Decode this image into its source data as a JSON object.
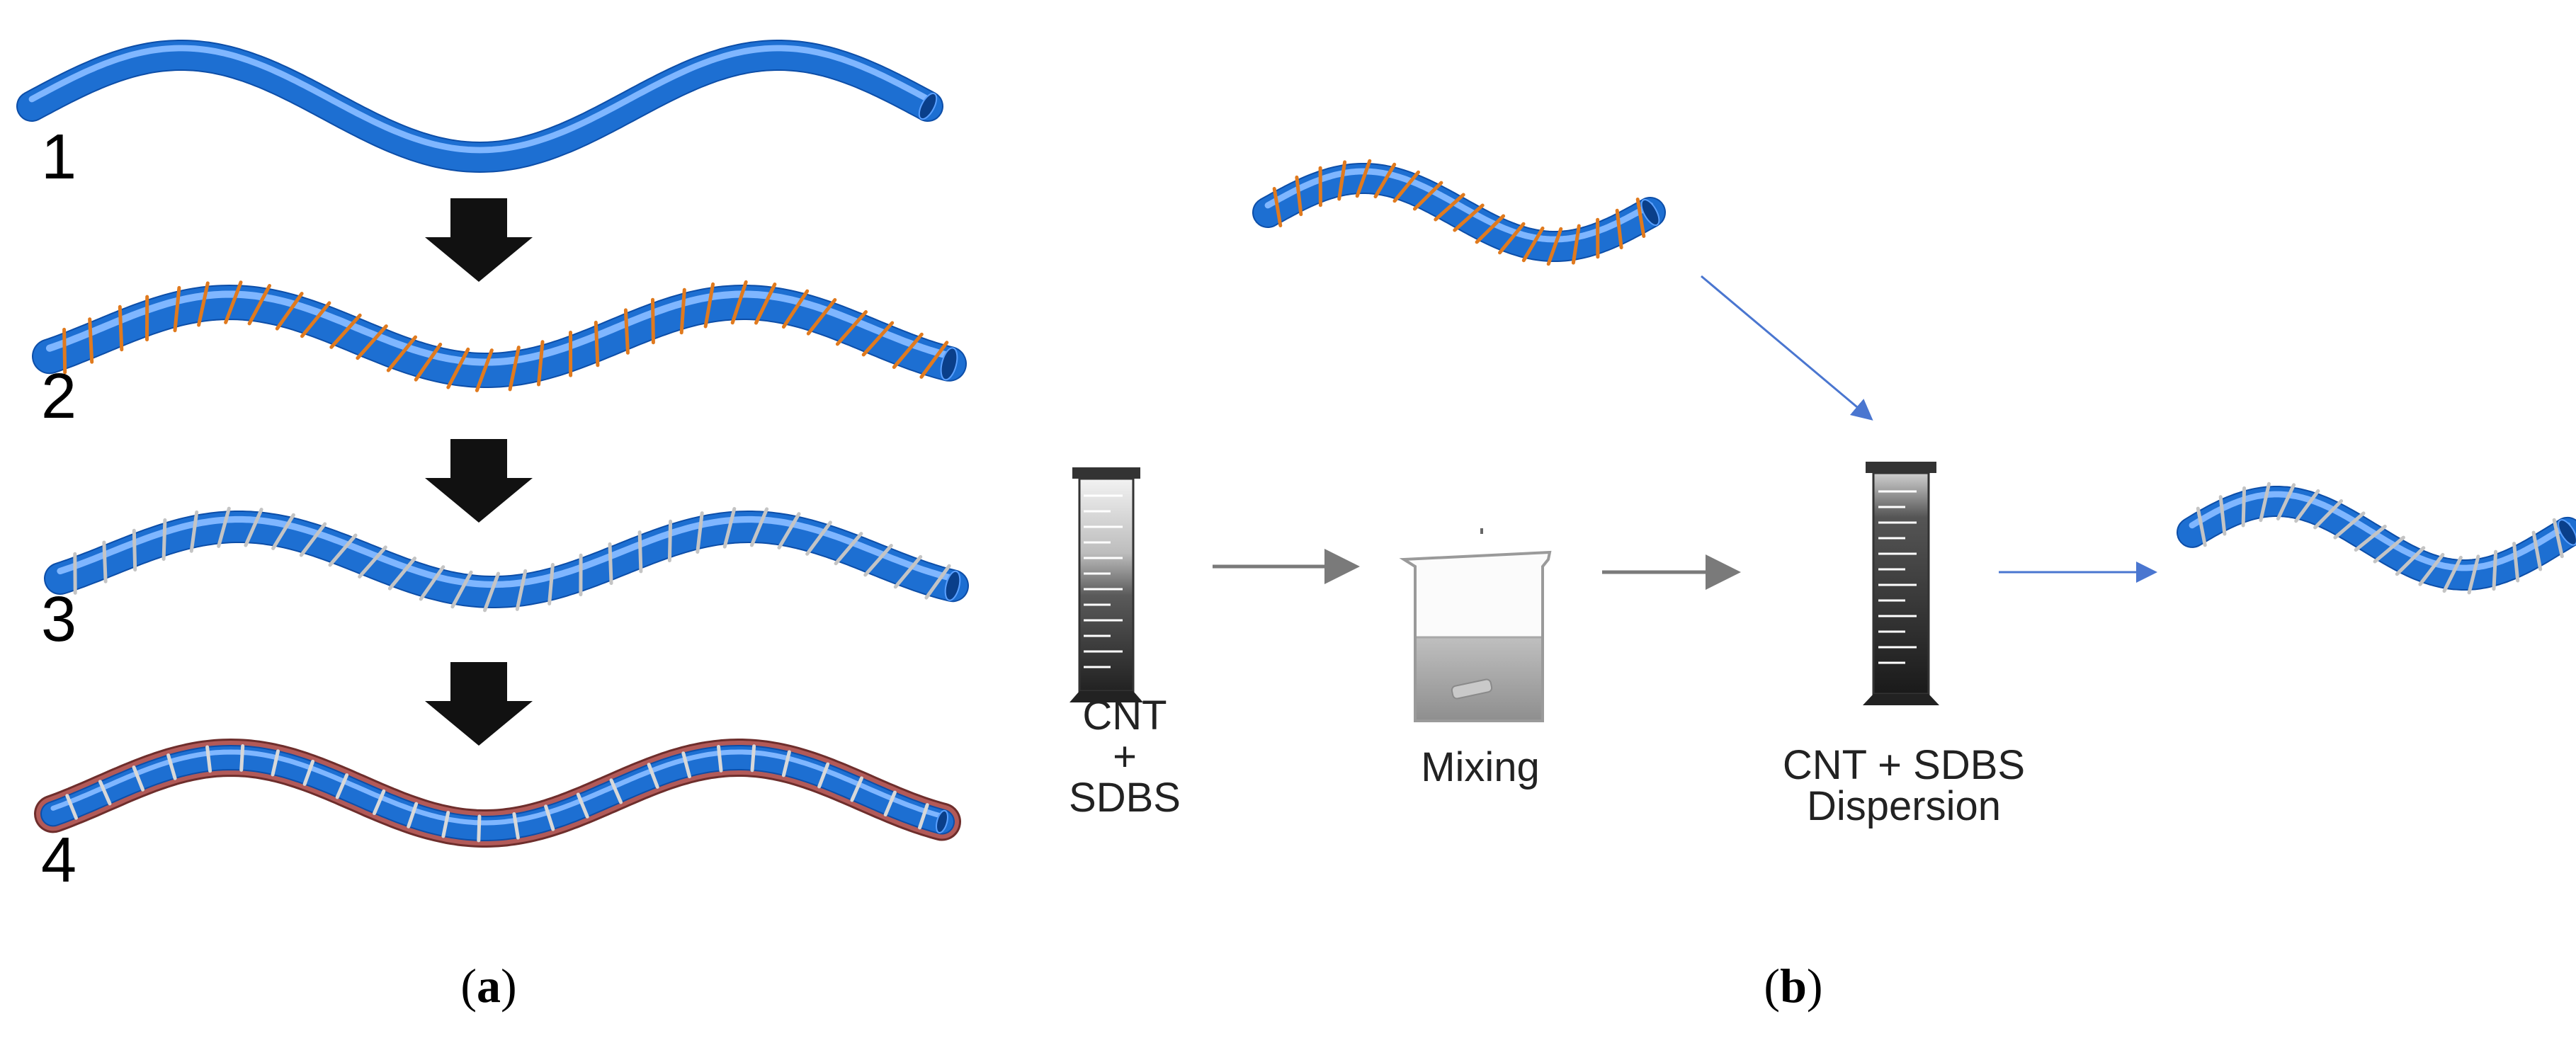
{
  "panel_a": {
    "step_labels": [
      "1",
      "2",
      "3",
      "4"
    ],
    "caption": {
      "open": "(",
      "letter": "a",
      "close": ")"
    }
  },
  "panel_b": {
    "labels": {
      "cnt": "CNT",
      "plus": "+",
      "sdbs": "SDBS",
      "mixing": "Mixing",
      "dispersion_line1": "CNT + SDBS",
      "dispersion_line2": "Dispersion"
    },
    "caption": {
      "open": "(",
      "letter": "b",
      "close": ")"
    }
  },
  "colors": {
    "nanotube": "#1d6fd2",
    "nanotube_dark": "#0d4ea8",
    "coil_orange": "#e07a1e",
    "coil_gray": "#c4c4c4",
    "sheath": "#b25a58",
    "arrow_black": "#111111",
    "arrow_gray": "#7a7a7a",
    "arrow_blue": "#4a76d0",
    "cylinder": "#3a3a3a"
  }
}
